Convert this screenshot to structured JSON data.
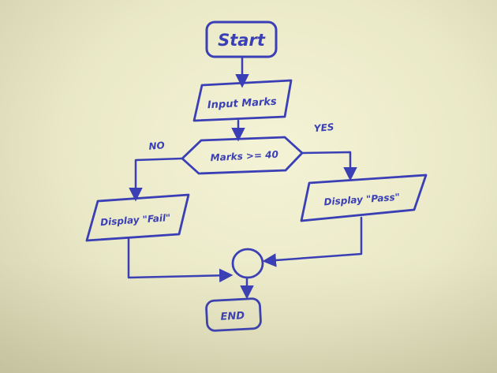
{
  "colors": {
    "ink": "#3a3fb5",
    "paper": "#eeedd0"
  },
  "nodes": {
    "start": "Start",
    "input": "Input Marks",
    "decision": "Marks >= 40",
    "fail": "Display \"Fail\"",
    "pass": "Display \"Pass\"",
    "end": "END"
  },
  "edges": {
    "no": "NO",
    "yes": "YES"
  }
}
